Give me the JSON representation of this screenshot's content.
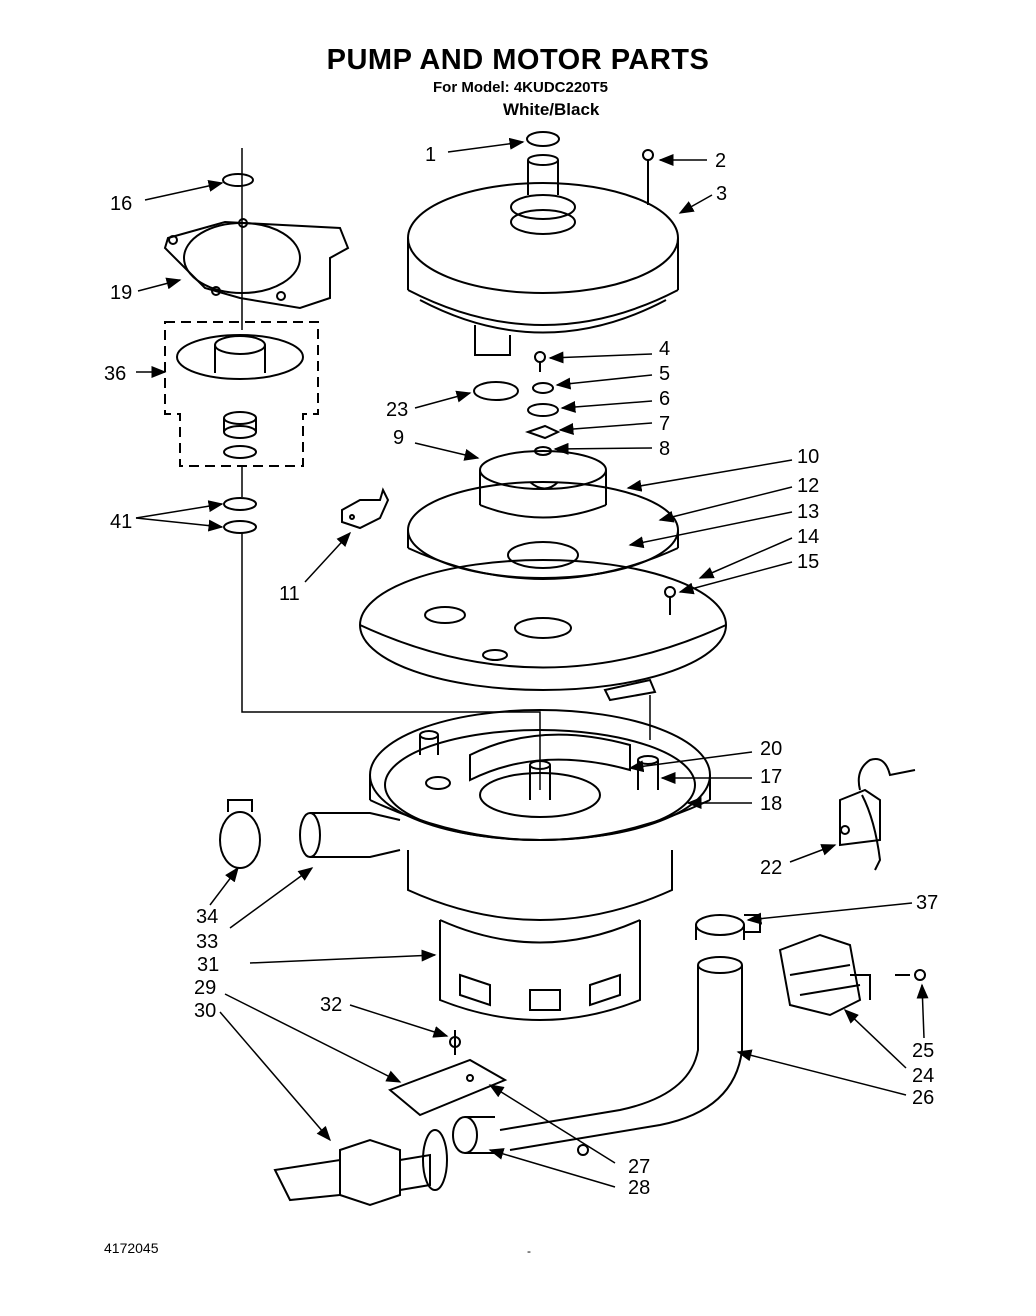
{
  "header": {
    "title": "PUMP AND MOTOR PARTS",
    "model": "For Model: 4KUDC220T5",
    "color": "White/Black"
  },
  "footer": {
    "doc_number": "4172045",
    "mark": "-"
  },
  "callouts": [
    {
      "id": "c1",
      "label": "1"
    },
    {
      "id": "c2",
      "label": "2"
    },
    {
      "id": "c3",
      "label": "3"
    },
    {
      "id": "c4",
      "label": "4"
    },
    {
      "id": "c5",
      "label": "5"
    },
    {
      "id": "c6",
      "label": "6"
    },
    {
      "id": "c7",
      "label": "7"
    },
    {
      "id": "c8",
      "label": "8"
    },
    {
      "id": "c9",
      "label": "9"
    },
    {
      "id": "c10",
      "label": "10"
    },
    {
      "id": "c11",
      "label": "11"
    },
    {
      "id": "c12",
      "label": "12"
    },
    {
      "id": "c13",
      "label": "13"
    },
    {
      "id": "c14",
      "label": "14"
    },
    {
      "id": "c15",
      "label": "15"
    },
    {
      "id": "c16",
      "label": "16"
    },
    {
      "id": "c17",
      "label": "17"
    },
    {
      "id": "c18",
      "label": "18"
    },
    {
      "id": "c19",
      "label": "19"
    },
    {
      "id": "c20",
      "label": "20"
    },
    {
      "id": "c22",
      "label": "22"
    },
    {
      "id": "c23",
      "label": "23"
    },
    {
      "id": "c24",
      "label": "24"
    },
    {
      "id": "c25",
      "label": "25"
    },
    {
      "id": "c26",
      "label": "26"
    },
    {
      "id": "c27",
      "label": "27"
    },
    {
      "id": "c28",
      "label": "28"
    },
    {
      "id": "c29",
      "label": "29"
    },
    {
      "id": "c30",
      "label": "30"
    },
    {
      "id": "c31",
      "label": "31"
    },
    {
      "id": "c32",
      "label": "32"
    },
    {
      "id": "c33",
      "label": "33"
    },
    {
      "id": "c34",
      "label": "34"
    },
    {
      "id": "c36",
      "label": "36"
    },
    {
      "id": "c37",
      "label": "37"
    },
    {
      "id": "c41",
      "label": "41"
    }
  ]
}
